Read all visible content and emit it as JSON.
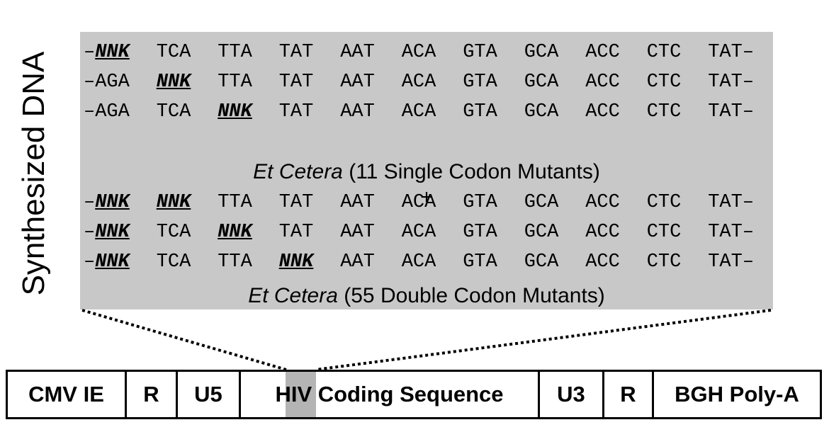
{
  "side_label": "Synthesized DNA",
  "single_rows": [
    [
      "NNK",
      "TCA",
      "TTA",
      "TAT",
      "AAT",
      "ACA",
      "GTA",
      "GCA",
      "ACC",
      "CTC",
      "TAT"
    ],
    [
      "AGA",
      "NNK",
      "TTA",
      "TAT",
      "AAT",
      "ACA",
      "GTA",
      "GCA",
      "ACC",
      "CTC",
      "TAT"
    ],
    [
      "AGA",
      "TCA",
      "NNK",
      "TAT",
      "AAT",
      "ACA",
      "GTA",
      "GCA",
      "ACC",
      "CTC",
      "TAT"
    ]
  ],
  "single_note": {
    "italic": "Et Cetera",
    "rest": " (11 Single Codon Mutants)"
  },
  "plus": "+",
  "double_rows": [
    [
      "NNK",
      "NNK",
      "TTA",
      "TAT",
      "AAT",
      "ACA",
      "GTA",
      "GCA",
      "ACC",
      "CTC",
      "TAT"
    ],
    [
      "NNK",
      "TCA",
      "NNK",
      "TAT",
      "AAT",
      "ACA",
      "GTA",
      "GCA",
      "ACC",
      "CTC",
      "TAT"
    ],
    [
      "NNK",
      "TCA",
      "TTA",
      "NNK",
      "AAT",
      "ACA",
      "GTA",
      "GCA",
      "ACC",
      "CTC",
      "TAT"
    ]
  ],
  "double_note": {
    "italic": "Et Cetera",
    "rest": " (55 Double Codon Mutants)"
  },
  "mutant_codon": "NNK",
  "dash": "–",
  "construct": [
    {
      "label": "CMV IE"
    },
    {
      "label": "R"
    },
    {
      "label": "U5"
    },
    {
      "label": "HIV Coding Sequence"
    },
    {
      "label": "U3"
    },
    {
      "label": "R"
    },
    {
      "label": "BGH Poly-A"
    }
  ],
  "colors": {
    "panel": "#c8c8c8",
    "highlight": "#b4b4b4"
  }
}
